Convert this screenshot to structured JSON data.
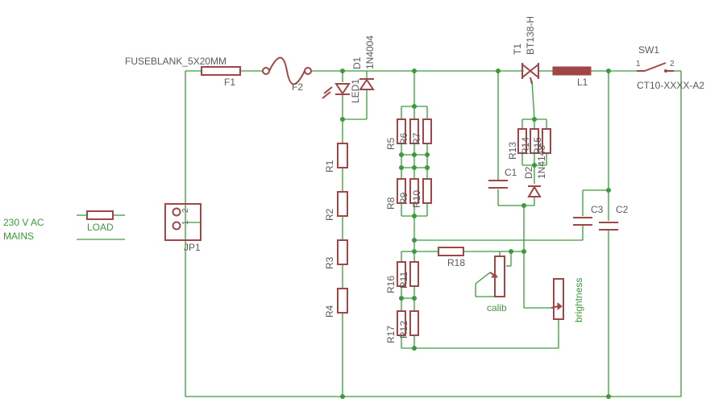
{
  "labels": {
    "fuseblank": "FUSEBLANK_5X20MM",
    "f1": "F1",
    "f2": "F2",
    "d1": "D1",
    "d1_value": "1N4004",
    "led1": "LED1",
    "t1": "T1",
    "t1_value": "BT138-H",
    "l1": "L1",
    "sw1": "SW1",
    "sw1_value": "CT10-XXXX-A2",
    "sw1_pin1": "1",
    "sw1_pin2": "2",
    "r1": "R1",
    "r2": "R2",
    "r3": "R3",
    "r4": "R4",
    "r5": "R5",
    "r6": "R6",
    "r7": "R7",
    "r8": "R8",
    "r9": "R9",
    "r10": "R10",
    "r11": "R11",
    "r12": "R12",
    "r13": "R13",
    "r14": "R14",
    "r15": "R15",
    "r16": "R16",
    "r17": "R17",
    "r18": "R18",
    "c1": "C1",
    "c2": "C2",
    "c3": "C3",
    "d2": "D2",
    "d2_value": "1N4148",
    "jp1": "JP1",
    "jp1_pin1": "1",
    "jp1_pin2": "2",
    "load": "LOAD",
    "mains_line1": "230 V AC",
    "mains_line2": "MAINS",
    "calib": "calib",
    "brightness": "brightness"
  }
}
